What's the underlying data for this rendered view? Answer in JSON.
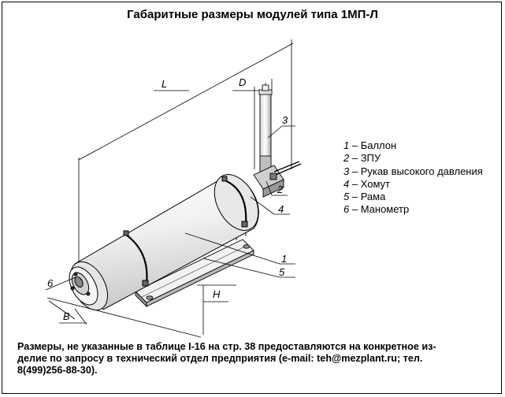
{
  "title": "Габаритные размеры модулей типа 1МП-Л",
  "callouts": {
    "L": "L",
    "D": "D",
    "H": "H",
    "B": "B",
    "n1": "1",
    "n2": "2",
    "n3": "3",
    "n4": "4",
    "n5": "5",
    "n6": "6"
  },
  "legend": [
    {
      "num": "1",
      "text": " – Баллон"
    },
    {
      "num": "2",
      "text": " – ЗПУ"
    },
    {
      "num": "3",
      "text": " – Рукав высокого давления"
    },
    {
      "num": "4",
      "text": " – Хомут"
    },
    {
      "num": "5",
      "text": " – Рама"
    },
    {
      "num": "6",
      "text": " – Манометр"
    }
  ],
  "footnote": {
    "line1": "Размеры, не указанные в таблице I-16 на стр. 38 предоставляются на конкретное из-",
    "line2": "делие по запросу в технический отдел предприятия (e-mail: teh@mezplant.ru; тел.",
    "line3": "8(499)256-88-30)."
  }
}
